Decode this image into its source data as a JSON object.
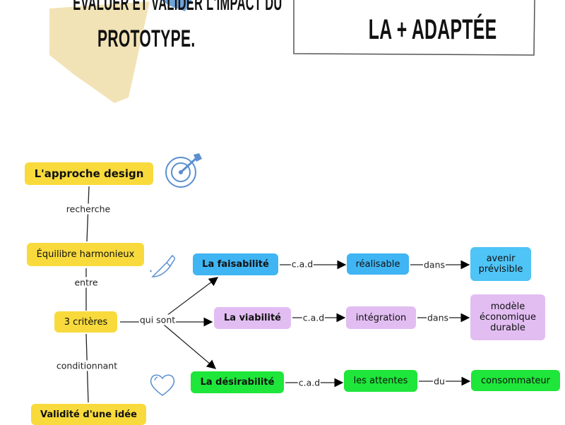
{
  "header": {
    "note_line1": "ÉVALUER ET VALIDER L'IMPACT DU",
    "note_line2": "PROTOTYPE.",
    "box_text": "LA + ADAPTÉE"
  },
  "colors": {
    "yellow": "#f8da3c",
    "blue": "#3fb5f3",
    "blue_light": "#4fc4f6",
    "purple": "#e2bdf2",
    "green": "#1ee63a",
    "note": "#f2e3b6"
  },
  "map": {
    "root": "L'approche design",
    "link_recherche": "recherche",
    "equilibre": "Équilibre harmonieux",
    "link_entre": "entre",
    "criteres": "3 critères",
    "link_qui_sont": "qui sont",
    "link_conditionnant": "conditionnant",
    "validite": "Validité d'une idée",
    "faisabilite": {
      "title": "La faisabilité",
      "link1": "c.a.d",
      "node": "réalisable",
      "link2": "dans",
      "end": "avenir prévisible"
    },
    "viabilite": {
      "title": "La viabilité",
      "link1": "c.a.d",
      "node": "intégration",
      "link2": "dans",
      "end": "modèle économique durable"
    },
    "desirabilite": {
      "title": "La désirabilité",
      "link1": "c.a.d",
      "node": "les attentes",
      "link2": "du",
      "end": "consommateur"
    }
  }
}
